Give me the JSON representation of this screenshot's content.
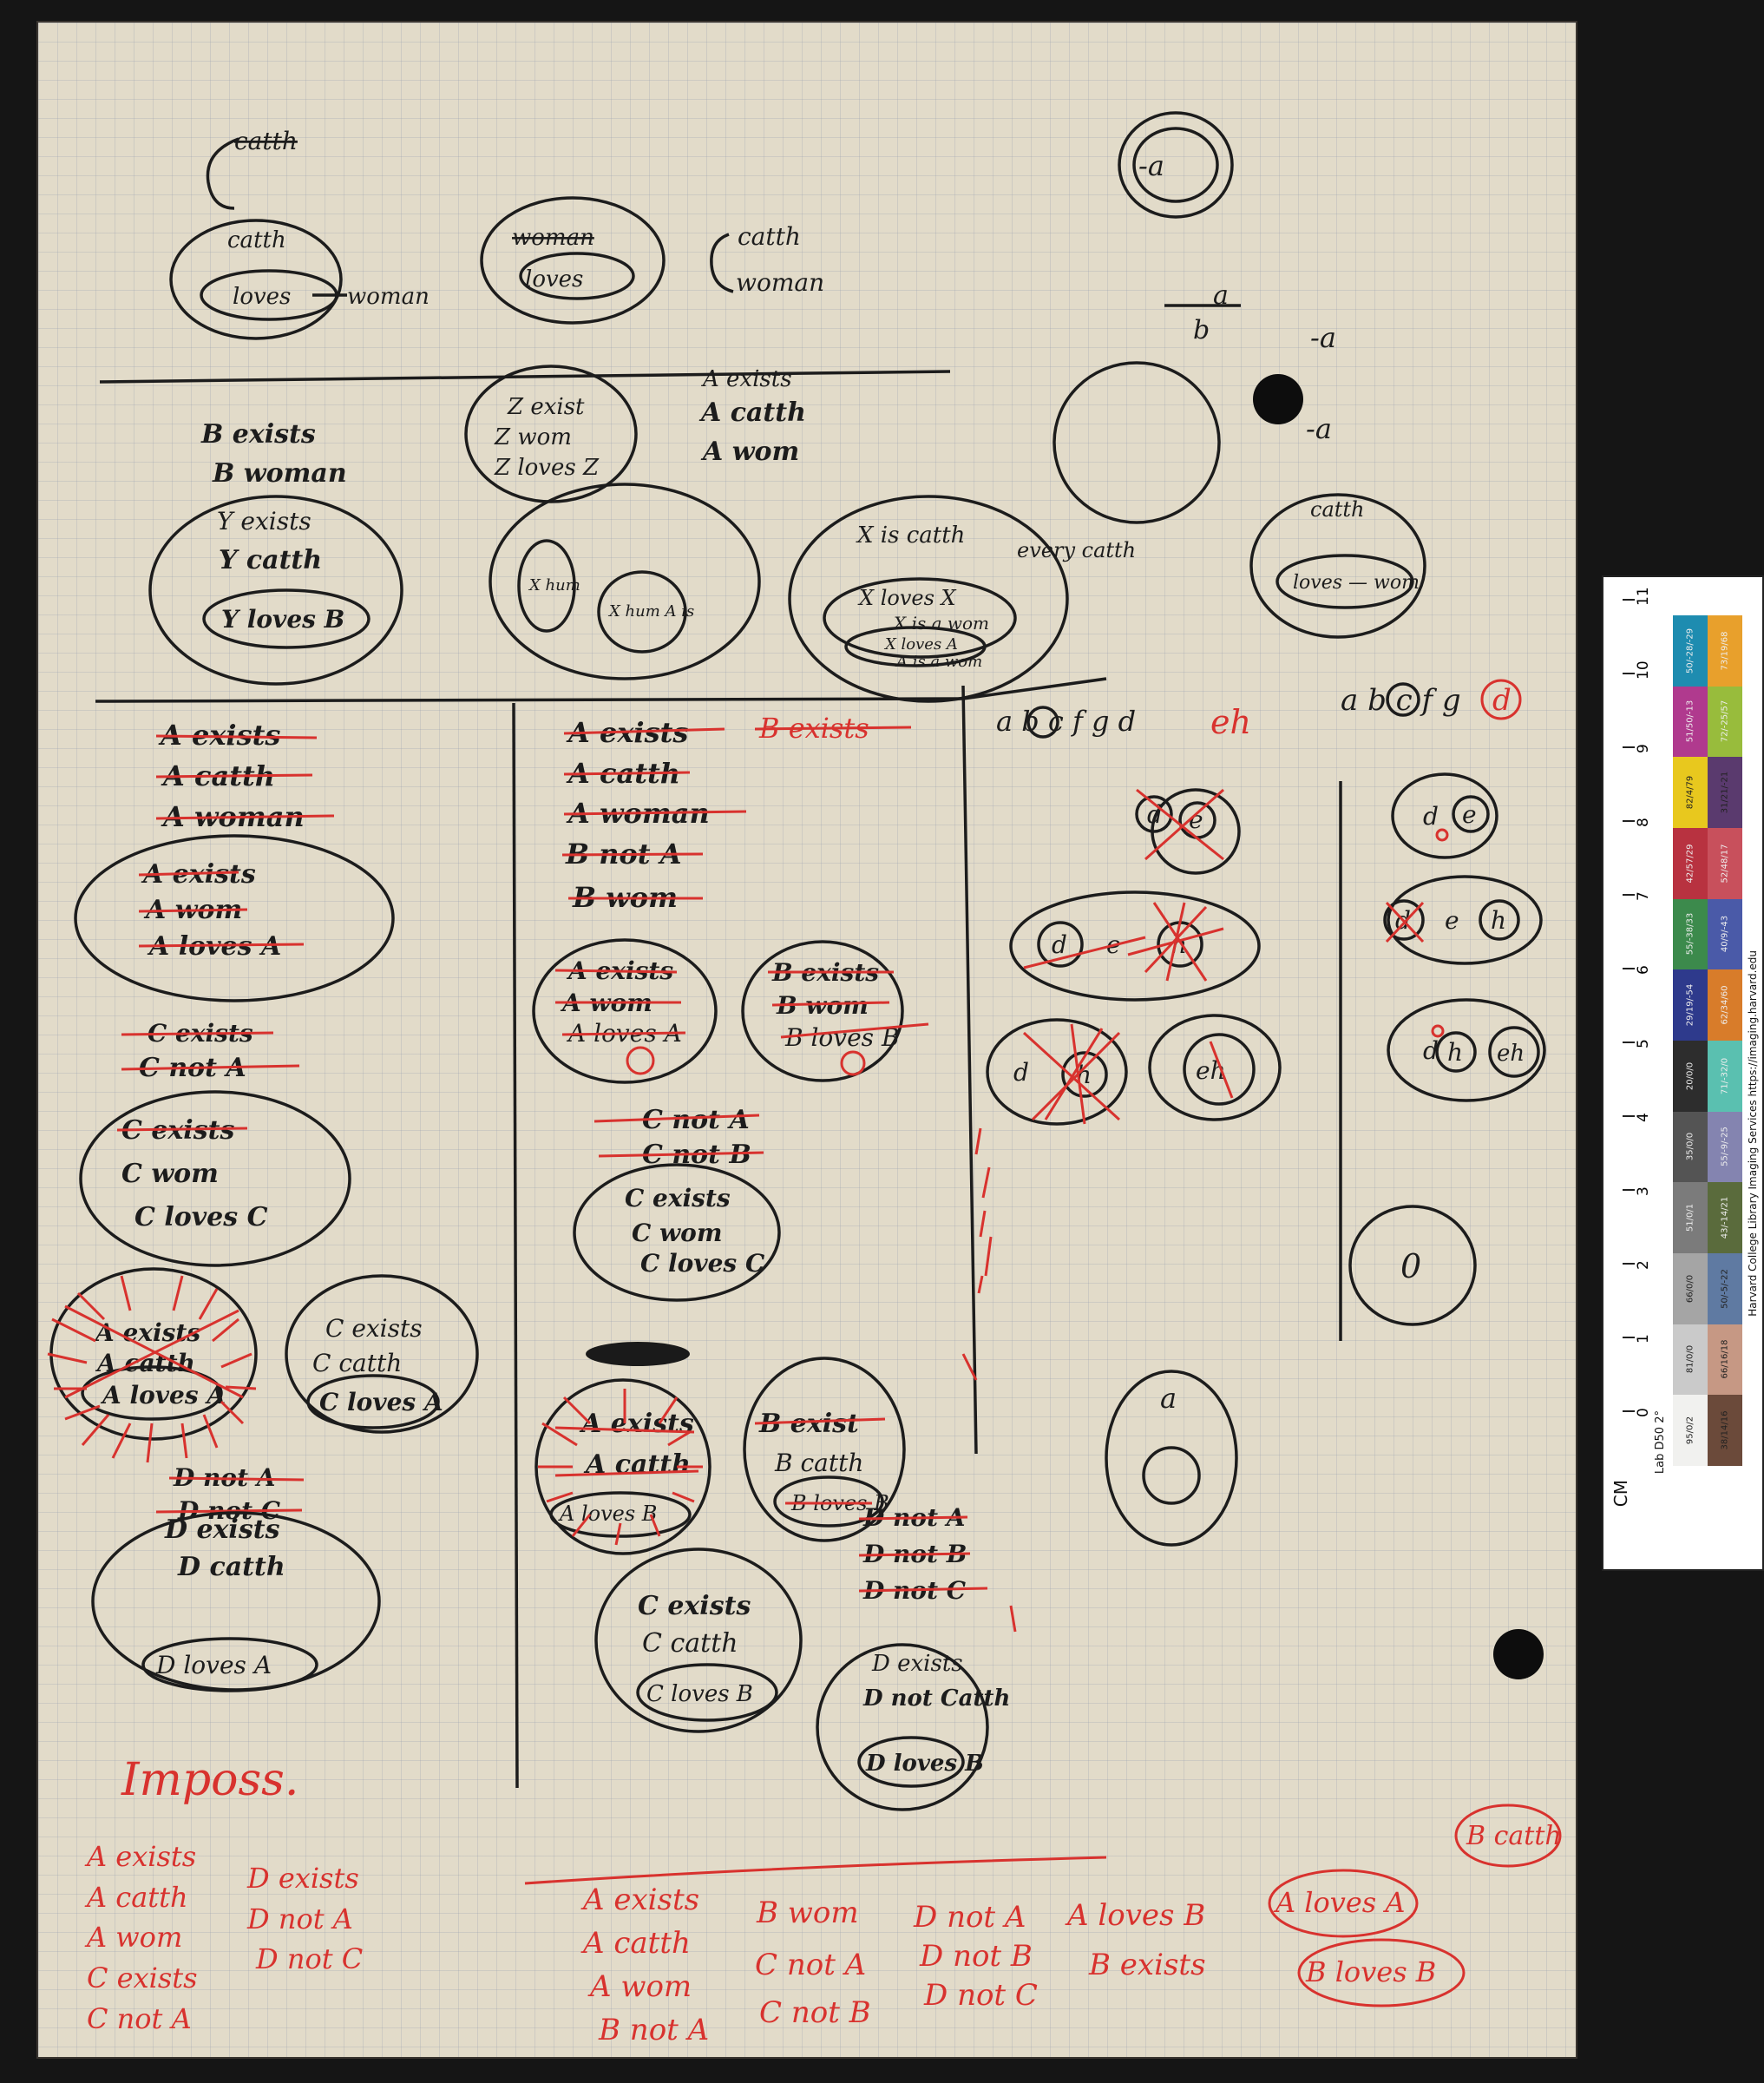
{
  "document": {
    "colors": {
      "paper": "#e2dbc9",
      "ink": "#1c1c1c",
      "red_ink": "#d8322e",
      "grid": "#9aa0af"
    },
    "top_section": {
      "struck_label": "catth",
      "circle1_outer": "catth",
      "circle1_inner": "loves",
      "circle1_tail": "woman",
      "circle2_struck": "woman",
      "circle2_inner": "loves",
      "bracket_top": "catth",
      "bracket_bottom": "woman",
      "right_circle_label": "-a",
      "fraction_num": "a",
      "fraction_den": "b",
      "neg_a_1": "-a",
      "neg_a_2": "-a"
    },
    "middle_section": {
      "z_lines": [
        "Z exist",
        "Z wom",
        "Z loves Z"
      ],
      "a_lines": [
        "A exists",
        "A catth",
        "A wom"
      ],
      "b_lines": [
        "B exists",
        "B woman"
      ],
      "y_lines": [
        "Y exists",
        "Y catth"
      ],
      "y_inner": "Y loves B",
      "x_small_1": "X hum",
      "x_small_2": "X hum A is",
      "x_is_catth": "X is catth",
      "every_catth": "every catth",
      "x_loves_x": "X loves X",
      "x_is_a_wom": "X is a wom",
      "x_loves_a": "X loves A",
      "a_is_a_wom": "A is a wom",
      "right_catth": "catth",
      "right_loves_wom": "loves — wom"
    },
    "column1": {
      "struck_top": [
        "A exists",
        "A catth",
        "A woman"
      ],
      "oval1": [
        "A exists",
        "A wom",
        "A loves A"
      ],
      "struck_c": [
        "C exists",
        "C not A"
      ],
      "oval2": [
        "C exists",
        "C wom",
        "C loves C"
      ],
      "red_oval": [
        "A exists",
        "A catth",
        "A loves A"
      ],
      "side_oval": [
        "C exists",
        "C catth",
        "C loves A"
      ],
      "d_struck": [
        "D not A",
        "D not C"
      ],
      "d_oval": [
        "D exists",
        "D catth",
        "D loves A"
      ],
      "impossible": "Imposs."
    },
    "column2": {
      "struck_top": [
        "A exists",
        "A catth",
        "A woman",
        "B not A",
        "B wom"
      ],
      "b_exists_red": "B exists",
      "oval_a": [
        "A exists",
        "A wom",
        "A loves A"
      ],
      "oval_b": [
        "B exists",
        "B wom",
        "B loves B"
      ],
      "c_struck": [
        "C not A",
        "C not B"
      ],
      "oval_c": [
        "C exists",
        "C wom",
        "C loves C"
      ],
      "oval_a2": [
        "A exists",
        "A catth",
        "A loves B"
      ],
      "oval_b2": [
        "B exist",
        "B catth",
        "B loves B"
      ],
      "oval_c2": [
        "C exists",
        "C catth",
        "C loves B"
      ],
      "d_struck": [
        "D not A",
        "D not B",
        "D not C"
      ],
      "oval_d": [
        "D exists",
        "D not Catth",
        "D loves B"
      ]
    },
    "column3": {
      "header": "a b c f g d",
      "header_red": "eh",
      "circles": [
        "d",
        "e",
        "d",
        "e",
        "h",
        "d",
        "h",
        "eh"
      ]
    },
    "column4": {
      "header": "a b c f g",
      "header_red": "d",
      "circles": [
        "d",
        "e",
        "d",
        "e",
        "h",
        "d",
        "h",
        "eh"
      ],
      "small_circle": "0",
      "a_circle": "a"
    },
    "bottom_red": {
      "left_col1": [
        "A exists",
        "A catth",
        "A wom",
        "C exists",
        "C not A"
      ],
      "left_col2": [
        "D exists",
        "D not A",
        "D not C"
      ],
      "mid_col1": [
        "A exists",
        "A catth",
        "A wom",
        "B not A"
      ],
      "mid_col2": [
        "B wom",
        "C not A",
        "C not B"
      ],
      "mid_col3": [
        "D not A",
        "D not B",
        "D not C"
      ],
      "mid_col4": [
        "A loves B",
        "B exists"
      ],
      "boxed": [
        "A loves A",
        "B loves B",
        "B catth"
      ]
    },
    "color_card": {
      "left_label": "CM",
      "lab_label": "Lab D50 2°",
      "credit": "Harvard College Library Imaging Services https://imaging.harvard.edu",
      "scale": [
        "0",
        "1",
        "2",
        "3",
        "4",
        "5",
        "6",
        "7",
        "8",
        "9",
        "10",
        "11"
      ],
      "gray_values": [
        "95/0/2",
        "81/0/0",
        "66/0/0",
        "51/0/1",
        "35/0/0",
        "20/0/0",
        "29/19/-54",
        "55/-38/33",
        "42/57/29",
        "82/4/79",
        "51/50/-13",
        "50/-28/-29"
      ],
      "color_values": [
        "38/14/16",
        "66/16/18",
        "50/-5/-22",
        "43/-14/21",
        "55/-9/-25",
        "71/-32/0",
        "62/34/60",
        "40/9/-43",
        "52/48/17",
        "31/21/-21",
        "72/-25/57",
        "73/19/68"
      ],
      "swatch_colors_top": [
        "#f1f1ef",
        "#cacaca",
        "#a5a5a5",
        "#7b7b7b",
        "#545454",
        "#2d2d2d",
        "#2e3a8c",
        "#3c8a4c",
        "#b83240",
        "#e8c81e",
        "#b03a8e",
        "#1e8cb0"
      ],
      "swatch_colors_bottom": [
        "#6b4a3a",
        "#c69884",
        "#5f7aa2",
        "#5a6b3c",
        "#8484b0",
        "#5ac0b0",
        "#d87c2a",
        "#4a5aa8",
        "#c8505c",
        "#5a3a6e",
        "#98bc3c",
        "#e8a02c"
      ]
    }
  }
}
